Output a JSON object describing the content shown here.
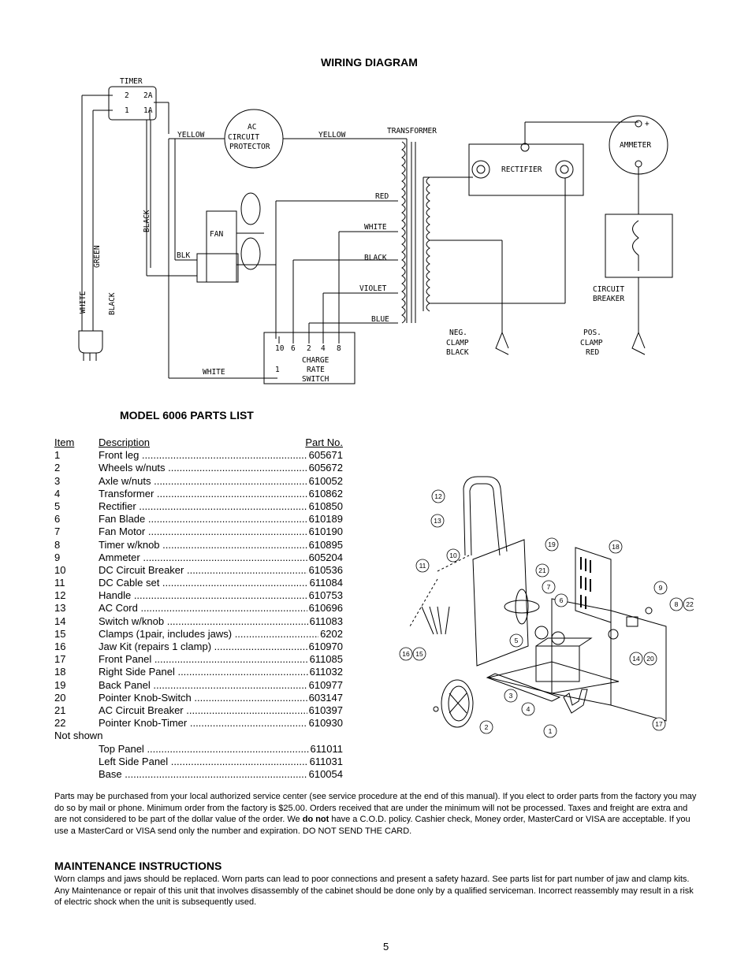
{
  "wiring": {
    "title": "WIRING DIAGRAM",
    "labels": {
      "timer": "TIMER",
      "t2": "2",
      "t2a": "2A",
      "t1": "1",
      "t1a": "1A",
      "yellow1": "YELLOW",
      "yellow2": "YELLOW",
      "ac_protector_1": "AC",
      "ac_protector_2": "CIRCUIT",
      "ac_protector_3": "PROTECTOR",
      "transformer": "TRANSFORMER",
      "rectifier": "RECTIFIER",
      "ammeter": "AMMETER",
      "ammeter_plus": "+",
      "black_v": "BLACK",
      "fan": "FAN",
      "blk": "BLK",
      "green": "GREEN",
      "white_v": "WHITE",
      "black_v2": "BLACK",
      "red": "RED",
      "white": "WHITE",
      "black": "BLACK",
      "violet": "VIOLET",
      "blue": "BLUE",
      "sw_nums": [
        "10",
        "6",
        "2",
        "4",
        "8"
      ],
      "charge": "CHARGE",
      "rate": "RATE",
      "switch": "SWITCH",
      "sw1": "1",
      "white_bottom": "WHITE",
      "circuit": "CIRCUIT",
      "breaker": "BREAKER",
      "neg": "NEG.",
      "neg_clamp": "CLAMP",
      "neg_black": "BLACK",
      "pos": "POS.",
      "pos_clamp": "CLAMP",
      "pos_red": "RED"
    }
  },
  "parts": {
    "title": "MODEL 6006 PARTS LIST",
    "headers": {
      "item": "Item",
      "description": "Description",
      "part": "Part No."
    },
    "items": [
      {
        "item": "1",
        "desc": "Front leg",
        "part": "605671"
      },
      {
        "item": "2",
        "desc": "Wheels w/nuts",
        "part": "605672"
      },
      {
        "item": "3",
        "desc": "Axle w/nuts",
        "part": "610052"
      },
      {
        "item": "4",
        "desc": "Transformer",
        "part": "610862"
      },
      {
        "item": "5",
        "desc": "Rectifier",
        "part": "610850"
      },
      {
        "item": "6",
        "desc": "Fan Blade",
        "part": "610189"
      },
      {
        "item": "7",
        "desc": "Fan Motor",
        "part": "610190"
      },
      {
        "item": "8",
        "desc": "Timer w/knob",
        "part": "610895"
      },
      {
        "item": "9",
        "desc": "Ammeter",
        "part": "605204"
      },
      {
        "item": "10",
        "desc": "DC Circuit Breaker",
        "part": "610536"
      },
      {
        "item": "11",
        "desc": "DC Cable set",
        "part": "611084"
      },
      {
        "item": "12",
        "desc": "Handle",
        "part": "610753"
      },
      {
        "item": "13",
        "desc": "AC Cord",
        "part": "610696"
      },
      {
        "item": "14",
        "desc": "Switch w/knob",
        "part": "611083"
      },
      {
        "item": "15",
        "desc": "Clamps (1pair, includes jaws)",
        "part": "6202"
      },
      {
        "item": "16",
        "desc": "Jaw Kit (repairs 1 clamp)",
        "part": "610970"
      },
      {
        "item": "17",
        "desc": "Front Panel",
        "part": "611085"
      },
      {
        "item": "18",
        "desc": "Right Side Panel",
        "part": "611032"
      },
      {
        "item": "19",
        "desc": "Back Panel",
        "part": "610977"
      },
      {
        "item": "20",
        "desc": "Pointer Knob-Switch",
        "part": "603147"
      },
      {
        "item": "21",
        "desc": "AC Circuit Breaker",
        "part": "610397"
      },
      {
        "item": "22",
        "desc": "Pointer Knob-Timer",
        "part": "610930"
      }
    ],
    "not_shown_label": "Not shown",
    "not_shown": [
      {
        "desc": "Top Panel",
        "part": "611011"
      },
      {
        "desc": "Left Side Panel",
        "part": "611031"
      },
      {
        "desc": "Base",
        "part": "610054"
      }
    ]
  },
  "callouts": [
    "12",
    "13",
    "10",
    "11",
    "19",
    "18",
    "21",
    "7",
    "6",
    "9",
    "8",
    "22",
    "5",
    "16",
    "15",
    "14",
    "20",
    "3",
    "4",
    "2",
    "1",
    "17"
  ],
  "order_text": {
    "a": "Parts may be purchased from your local authorized service center (see service procedure at the end of this manual).  If you elect to order parts from the factory you may do so by mail or phone.  Minimum order from the factory is $25.00.  Orders received that are under the minimum will not be processed.  Taxes and freight are extra and are not considered to be part of the dollar value of the order.  We ",
    "bold": "do not",
    "b": " have a C.O.D. policy.  Cashier check, Money order, MasterCard or VISA are acceptable.  If you use a MasterCard or VISA send only the number and expiration.  DO NOT SEND THE CARD."
  },
  "maintenance": {
    "title": "MAINTENANCE INSTRUCTIONS",
    "text": "Worn clamps and jaws should be replaced.  Worn parts can lead to poor connections and present a safety hazard.  See parts list for part number of jaw and clamp kits.  Any Maintenance or repair of this unit that involves disassembly of the cabinet should be done only by a qualified serviceman.  Incorrect reassembly may result in a risk of electric shock when the unit is subsequently used."
  },
  "page_number": "5"
}
